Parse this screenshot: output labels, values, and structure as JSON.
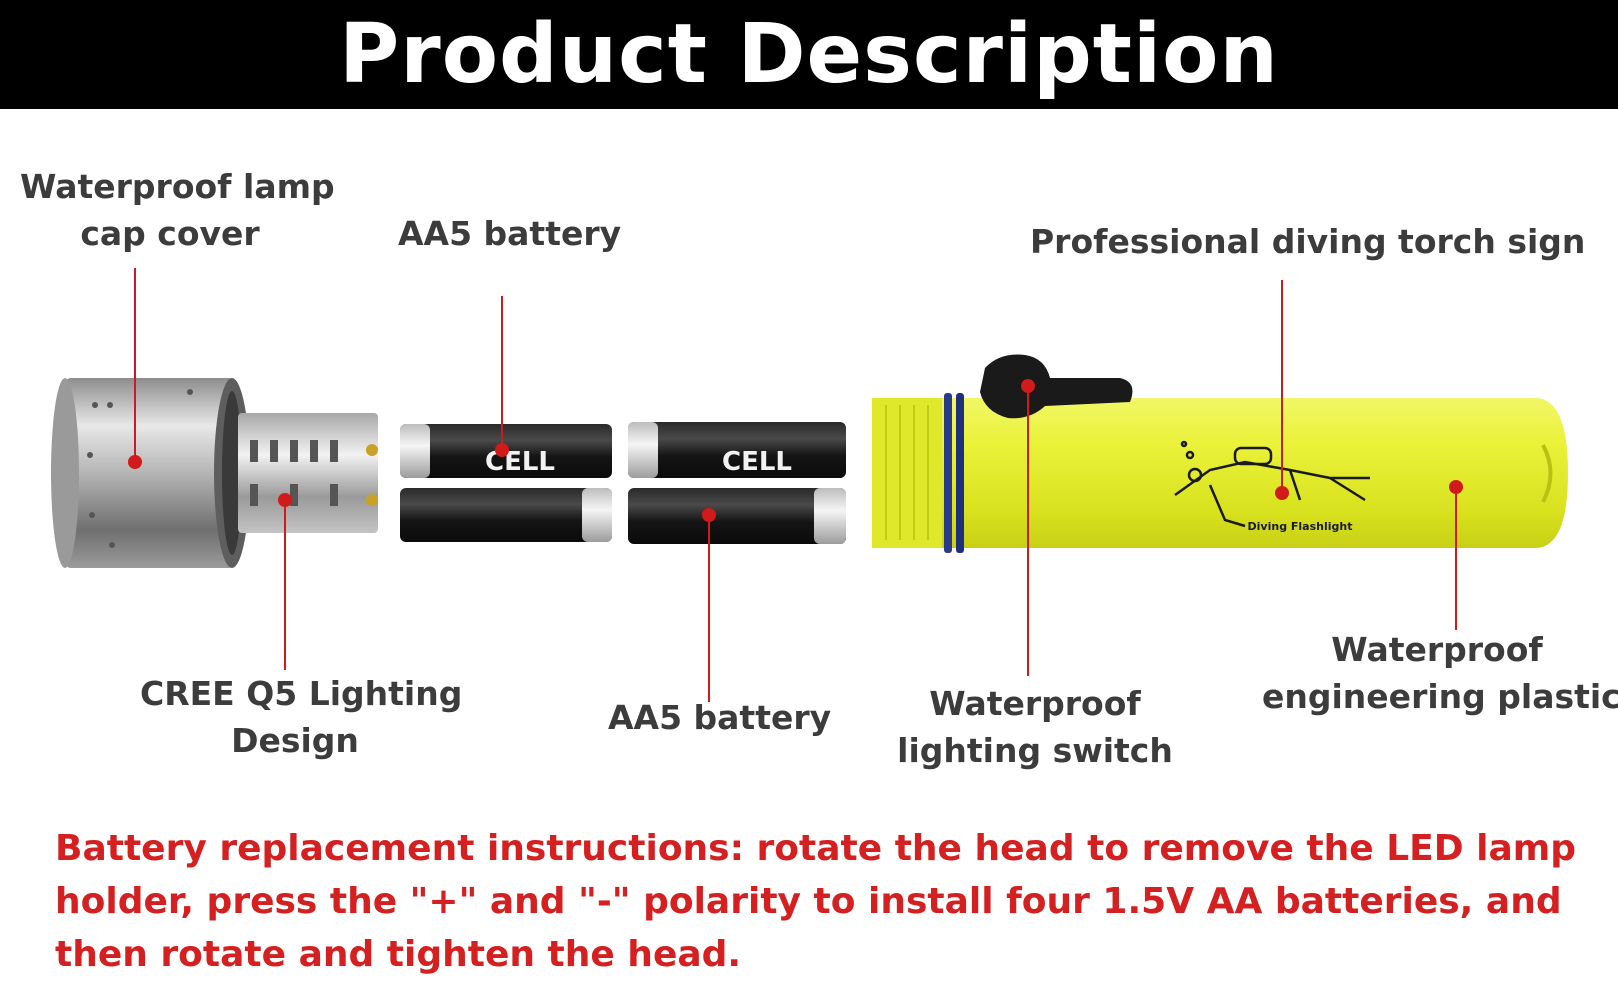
{
  "header": {
    "title": "Product Description"
  },
  "labels": {
    "lamp_cap": {
      "line1": "Waterproof lamp",
      "line2": "cap cover"
    },
    "battery_top": "AA5 battery",
    "torch_sign": "Professional diving torch sign",
    "cree": {
      "line1": "CREE Q5 Lighting",
      "line2": "Design"
    },
    "battery_bottom": "AA5 battery",
    "switch": {
      "line1": "Waterproof",
      "line2": "lighting switch"
    },
    "plastics": {
      "line1": "Waterproof",
      "line2": "engineering plastics"
    }
  },
  "battery_brand": "CELL",
  "torch_print": "Diving Flashlight",
  "instructions": "Battery replacement instructions: rotate the head to remove the LED lamp holder, press the \"+\" and \"-\" polarity to install four 1.5V AA batteries, and then rotate and tighten the head.",
  "colors": {
    "header_bg": "#000000",
    "accent_red": "#d11a1a",
    "torch_yellow": "#e6ee2a",
    "label_gray": "#3c3c3c"
  }
}
